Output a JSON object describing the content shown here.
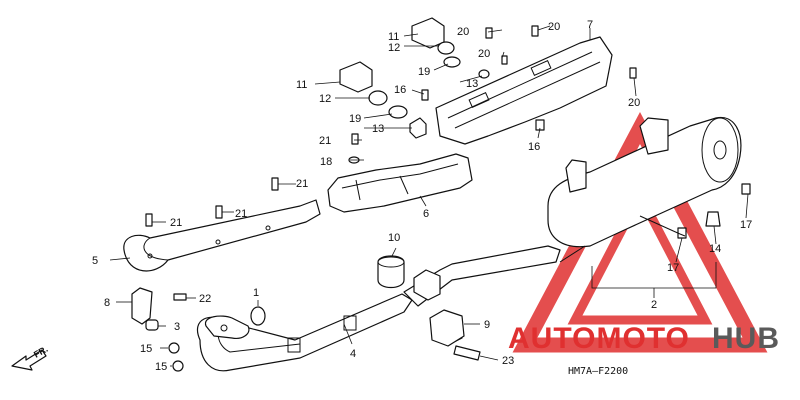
{
  "diagram": {
    "code": "HM7A—F2200",
    "direction_label": "FR.",
    "callouts": [
      "1",
      "2",
      "3",
      "4",
      "5",
      "6",
      "7",
      "8",
      "9",
      "10",
      "11",
      "11",
      "12",
      "12",
      "13",
      "13",
      "14",
      "15",
      "15",
      "16",
      "16",
      "17",
      "17",
      "18",
      "19",
      "19",
      "20",
      "20",
      "20",
      "20",
      "21",
      "21",
      "21",
      "21",
      "22",
      "23"
    ]
  },
  "watermark": {
    "brand_part_1": "AUTOMOTO",
    "brand_part_2": "HUB",
    "colors": {
      "red": "#e03030",
      "gray": "#5a5a5a"
    }
  }
}
